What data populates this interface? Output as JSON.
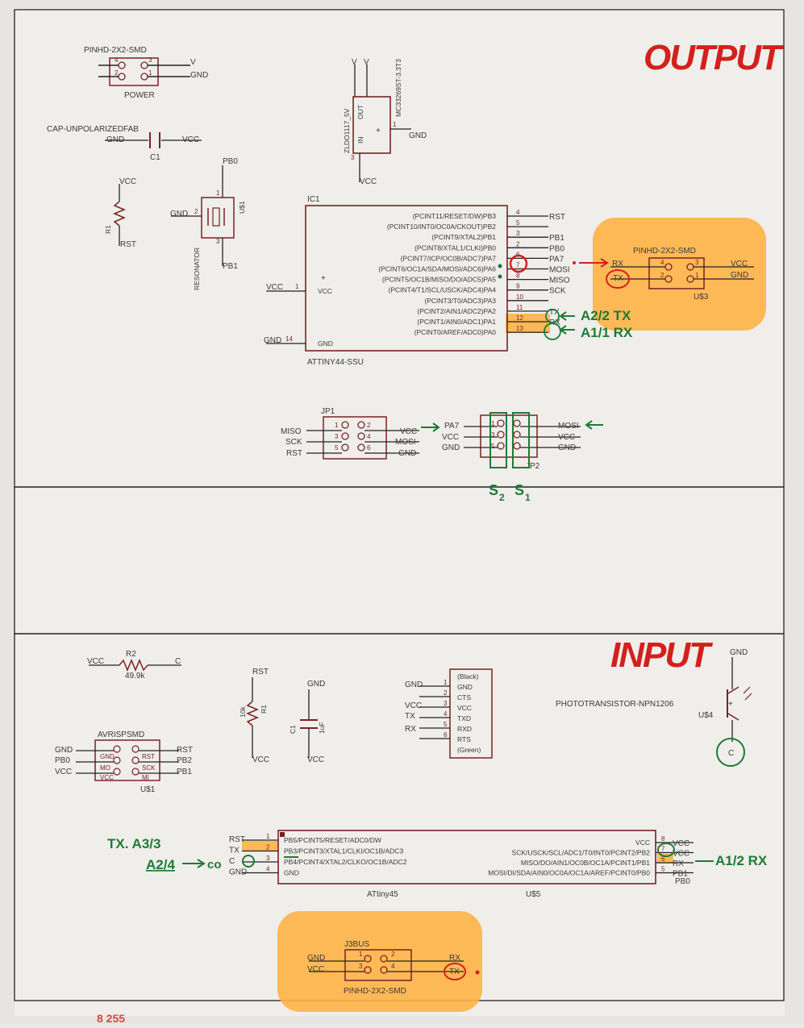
{
  "annotations": {
    "output": "OUTPUT",
    "input": "INPUT",
    "a2_2_tx": "A2/2  TX",
    "a1_1_rx": "A1/1  RX",
    "s2": "S",
    "s2_sub": "2",
    "s1": "S",
    "s1_sub": "1",
    "tx_a3_3": "TX.  A3/3",
    "a2_4": "A2/4",
    "a1_2_rx": "A1/2  RX",
    "bottom_note": "8 255"
  },
  "output": {
    "power": {
      "name": "PINHD-2X2-SMD",
      "sub": "POWER",
      "p1": "V",
      "p2": "GND",
      "n3": "3",
      "n4": "4",
      "n1": "1",
      "n2": "2"
    },
    "cap": {
      "name": "CAP-UNPOLARIZEDFAB",
      "ref": "C1",
      "left": "GND",
      "right": "VCC"
    },
    "reg": {
      "part1": "ZLDO1117_5V",
      "part2": "MC33269ST-3.3T3",
      "in": "IN",
      "out": "OUT",
      "v1": "V",
      "v2": "V",
      "gnd": "GND",
      "vcc": "VCC",
      "pin1": "1",
      "pin3": "3"
    },
    "r1": {
      "ref": "R1",
      "top": "VCC",
      "bottom": "RST"
    },
    "res": {
      "left": "GND",
      "pin2": "2",
      "top": "PB0",
      "bottom": "PB1",
      "ref": "U$1",
      "name": "RESONATOR",
      "pin1": "1",
      "pin3": "3"
    },
    "ic1": {
      "ref": "IC1",
      "part": "ATTINY44-SSU",
      "vcc_label": "VCC",
      "gnd_label": "GND",
      "vcc_net": "VCC",
      "vcc_pin": "1",
      "gnd_net": "GND",
      "gnd_pin": "14",
      "pins": [
        {
          "text": "(PCINT11/RESET/DW)PB3",
          "num": "4",
          "net": "RST"
        },
        {
          "text": "(PCINT10/INT0/OC0A/CKOUT)PB2",
          "num": "5",
          "net": ""
        },
        {
          "text": "(PCINT9/XTAL2)PB1",
          "num": "3",
          "net": "PB1"
        },
        {
          "text": "(PCINT8/XTAL1/CLKI)PB0",
          "num": "2",
          "net": "PB0"
        },
        {
          "text": "(PCINT7/ICP/OC0B/ADC7)PA7",
          "num": "6",
          "net": "PA7"
        },
        {
          "text": "(PCINT6/OC1A/SDA/MOSI/ADC6)PA6",
          "num": "7",
          "net": "MOSI"
        },
        {
          "text": "(PCINT5/OC1B/MISO/DO/ADC5)PA5",
          "num": "8",
          "net": "MISO"
        },
        {
          "text": "(PCINT4/T1/SCL/USCK/ADC4)PA4",
          "num": "9",
          "net": "SCK"
        },
        {
          "text": "(PCINT3/T0/ADC3)PA3",
          "num": "10",
          "net": ""
        },
        {
          "text": "(PCINT2/AIN1/ADC2)PA2",
          "num": "11",
          "net": "TX"
        },
        {
          "text": "(PCINT1/AIN0/ADC1)PA1",
          "num": "12",
          "net": "RX"
        },
        {
          "text": "(PCINT0/AREF/ADC0)PA0",
          "num": "13",
          "net": ""
        }
      ]
    },
    "u3": {
      "name": "PINHD-2X2-SMD",
      "ref": "U$3",
      "rx": "RX",
      "tx": "TX",
      "vcc": "VCC",
      "gnd": "GND",
      "n4": "4",
      "n3": "3",
      "n2": "2",
      "n1": "1"
    },
    "jp1": {
      "ref": "JP1",
      "miso": "MISO",
      "sck": "SCK",
      "rst": "RST",
      "vcc": "VCC",
      "mosi": "MOSI",
      "gnd": "GND",
      "n1": "1",
      "n2": "2",
      "n3": "3",
      "n4": "4",
      "n5": "5",
      "n6": "6"
    },
    "jp2": {
      "ref": "JP2",
      "pa7": "PA7",
      "vcc": "VCC",
      "gnd": "GND",
      "mosi": "MOSI",
      "vcc2": "VCC",
      "gnd2": "GND",
      "n1": "1",
      "n3": "3",
      "n5": "5"
    }
  },
  "input": {
    "r2": {
      "ref": "R2",
      "value": "49.9k",
      "left": "VCC",
      "right": "C"
    },
    "r1": {
      "ref": "R1",
      "value": "10k",
      "top": "RST",
      "bottom": "VCC"
    },
    "c1": {
      "ref": "C1",
      "value": "1uF",
      "top": "GND",
      "bottom": "VCC"
    },
    "ftdi": {
      "pins": [
        "(Black)",
        "GND",
        "CTS",
        "VCC",
        "TXD",
        "RXD",
        "RTS",
        "(Green)"
      ],
      "nets": [
        "GND",
        "VCC",
        "TX",
        "RX"
      ],
      "nums": [
        "1",
        "2",
        "3",
        "4",
        "5",
        "6"
      ]
    },
    "photo": {
      "name": "PHOTOTRANSISTOR-NPN1206",
      "ref": "U$4",
      "gnd": "GND",
      "c": "C"
    },
    "avr": {
      "name": "AVRISPSMD",
      "ref": "U$1",
      "l1": "GND",
      "l2": "PB0",
      "l3": "VCC",
      "r1": "RST",
      "r2": "PB2",
      "r3": "PB1",
      "i1": "GND",
      "i2": "MO",
      "i3": "VCC",
      "i4": "RST",
      "i5": "SCK",
      "i6": "MI"
    },
    "attiny45": {
      "ref": "U$5",
      "part": "ATtiny45",
      "left": [
        {
          "text": "PB5/PCINT5/RESET/ADC0/DW",
          "num": "1",
          "net": "RST"
        },
        {
          "text": "PB3/PCINT3/XTAL1/CLKI/OC1B/ADC3",
          "num": "2",
          "net": "TX"
        },
        {
          "text": "PB4/PCINT4/XTAL2/CLKO/OC1B/ADC2",
          "num": "3",
          "net": "C"
        },
        {
          "text": "GND",
          "num": "4",
          "net": "GND"
        }
      ],
      "right": [
        {
          "text": "VCC",
          "num": "8",
          "net": "VCC"
        },
        {
          "text": "SCK/USCK/SCL/ADC1/T0/INT0/PCINT2/PB2",
          "num": "7",
          "net": "VCC"
        },
        {
          "text": "MISO/DO/AIN1/OC0B/OC1A/PCINT1/PB1",
          "num": "6",
          "net": "RX"
        },
        {
          "text": "MOSI/DI/SDA/AIN0/OC0A/OC1A/AREF/PCINT0/PB0",
          "num": "5",
          "net": "PB1"
        }
      ],
      "extra_net": "PB0"
    },
    "j3": {
      "name": "J3BUS",
      "part": "PINHD-2X2-SMD",
      "gnd": "GND",
      "vcc": "VCC",
      "rx": "RX",
      "tx": "TX",
      "n1": "1",
      "n2": "2",
      "n3": "3",
      "n4": "4"
    }
  },
  "colors": {
    "paper": "#ecebe8",
    "wire": "#7a2222",
    "highlight": "#ffb347",
    "red_ink": "#d4201c",
    "green_ink": "#1f7a35"
  }
}
